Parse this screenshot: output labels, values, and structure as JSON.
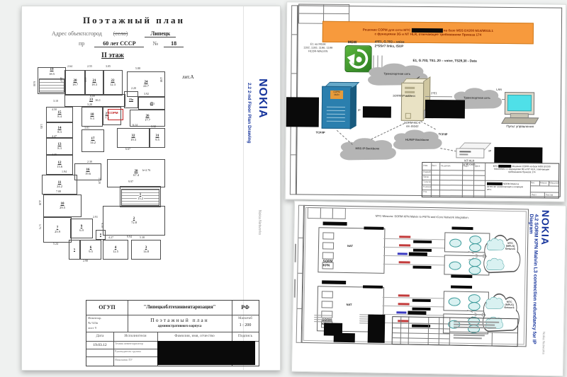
{
  "colors": {
    "nokia_blue": "#16349c",
    "banner_orange": "#f79a3d",
    "banner_text": "#8f2b00",
    "sorm_red": "#c22222",
    "redaction": "#0a0a0a"
  },
  "left_doc": {
    "header": {
      "title": "Поэтажный план",
      "address_prefix": "Адрес объекта:город",
      "address_struck": "(село)",
      "city": "Липецк",
      "line2_prefix": "пр",
      "street": "60 лет СССР",
      "num_sign": "№",
      "house_no": "18",
      "floor": "II этаж"
    },
    "lit_label": "лит.А",
    "sorm_label": "СОРМ",
    "rooms": [
      {
        "n": "19",
        "a": "18.5"
      },
      {
        "n": "20",
        "a": "18.7"
      },
      {
        "n": "21",
        "a": "18.3"
      },
      {
        "n": "22",
        "a": "12.3"
      },
      {
        "n": "24",
        "a": "24.7"
      },
      {
        "n": "23",
        "a": "16.1"
      },
      {
        "n": "23а",
        "a": ""
      },
      {
        "n": "25",
        "a": ""
      },
      {
        "n": "15",
        "a": "8.4"
      },
      {
        "n": "18",
        "a": "9.3"
      },
      {
        "n": "27",
        "a": "7.3"
      },
      {
        "n": "26",
        "a": "17.7"
      },
      {
        "n": "14",
        "a": "8.3"
      },
      {
        "n": "13",
        "a": "8.3"
      },
      {
        "n": "12",
        "a": "13.6"
      },
      {
        "n": "17",
        "a": "14.2"
      },
      {
        "n": "32",
        "a": "19.3"
      },
      {
        "n": "31",
        "a": "9.5"
      },
      {
        "n": "11",
        "a": "24.2"
      },
      {
        "n": "16",
        "a": "19.6"
      },
      {
        "n": "10",
        "a": "29.5"
      },
      {
        "n": "28",
        "a": "67.4"
      },
      {
        "n": "1",
        "a": "15.2"
      },
      {
        "n": "9",
        "a": "6.9"
      },
      {
        "n": "7",
        "a": "25.9"
      },
      {
        "n": "2",
        "a": "72.8"
      },
      {
        "n": "6",
        "a": "9.5"
      },
      {
        "n": "4",
        "a": "12.5"
      },
      {
        "n": "3",
        "a": "14.8"
      },
      {
        "n": "5",
        "a": ""
      },
      {
        "n": "8",
        "a": ""
      }
    ],
    "dims": [
      "2.64",
      "2.55",
      "3.05",
      "5.88",
      "4.07",
      "4.02",
      "4.98",
      "8.89",
      "2.20",
      "3.92",
      "4.13",
      "6.14",
      "4.50",
      "3.20",
      "1.85",
      "4.47",
      "4.25",
      "1.94",
      "3.01",
      "6.67",
      "3.32",
      "2.91",
      "7.08",
      "4.28",
      "9.97",
      "h=2.76",
      "5.73",
      "5.24",
      "9.94",
      "4.27",
      "5.38",
      "2.98",
      "2.30",
      "6.00",
      "3.10",
      "9.10",
      "13.20"
    ],
    "sidebar": {
      "brand": "NOKIA",
      "section": "2.2   2-nd Floor Plan Drawing",
      "footer": "Nokia Networks"
    },
    "stamp": {
      "org_short": "ОГУП",
      "org_name": "\"Липецкоблтехинвентаризация\"",
      "org_rf": "РФ",
      "inv_label": "Инвентар.",
      "inv_no": "№ 923в",
      "inv_sheet": "лист 9",
      "doc_title": "Поэтажный план",
      "doc_subtitle": "административного корпуса",
      "scale_label": "Масштаб",
      "scale_value": "1 : 200",
      "col_date": "Дата",
      "col_exec": "Исполнители",
      "col_name": "Фамилия, имя, отчество",
      "col_sign": "Подпись",
      "date": "19.03.12",
      "role1": "Техник инвентаризатор",
      "role2": "Руководитель группы",
      "role3": "Начальник ПУ"
    }
  },
  "tr_doc": {
    "banner_l1a": "Решение СОРМ для сети МТС",
    "banner_l1b": "на базе MSS DX200 M14/M015.1",
    "banner_l2": "с функциями 3G и NT HLR, отвечающее требованиям Приказа 174",
    "mgw": "MGW",
    "mgw_feed": "E1 на MGW\n1192, 1193, 1196, 1199\nHCDR-MALVIN",
    "mgw_links": "4*E1, G.703 – voice\n2*SS#7 links, ISUP",
    "e1_4": "4*E1",
    "e1_2": "2*E1",
    "lan": "LAN",
    "cloud_transport1": "Транспортная сеть",
    "cloud_transport2": "Транспортная сеть",
    "trunk": "E1, G.703, TS1..20 – voice, TS29,30 - Data",
    "server_name": "SORM-MC-5\ns/n 45342",
    "sorm_ip": "SORM IP address",
    "ip1": "IP",
    "ip2": "IP",
    "cabinet": "СОРМ\nMAN",
    "tcpip1": "TCP/IP",
    "tcpip2": "TCP/IP",
    "cloud_mss": "MSS IP Backbone",
    "cloud_hlr": "HLR/IP Backbone",
    "hlr_dev": "NT HLR\nв Москве",
    "console": "Пульт управления",
    "tb": {
      "mts": "МТС",
      "desc1": "Решение СОРМ на базе MSS DX200 M14/M015.1 с функциями 3G и NT HLR, отвечающее требованиям Приказа 174",
      "desc2": "SORM Malvin в качестве транспортную и опорную сеть",
      "c1": "Изм.",
      "c2": "Лист",
      "c3": "№ докум.",
      "c4": "Подп.",
      "c5": "Дата",
      "r1": "Разраб.",
      "r2": "Пров.",
      "r3": "Т.контр.",
      "r4": "Н.контр.",
      "r5": "Утв.",
      "lit": "Лит.",
      "mass": "Масса",
      "scale": "Масштаб",
      "sheet": "Лист",
      "sheets": "Листов"
    }
  },
  "br_doc": {
    "title": "МТС-Moscow. SORM KPN Malvin to PSTN and iCore Network integration.",
    "sorm_kpn": "SORM\nKPN",
    "nat": "NAT",
    "mpls": "МТС\n(MPLS)\nNetwork",
    "sidebar": {
      "brand": "NOKIA",
      "section": "4.2    SORM KPN Malvin L3 connection redundancy for IP",
      "section2": "Diagram",
      "footer": "Nokia Networks"
    }
  }
}
